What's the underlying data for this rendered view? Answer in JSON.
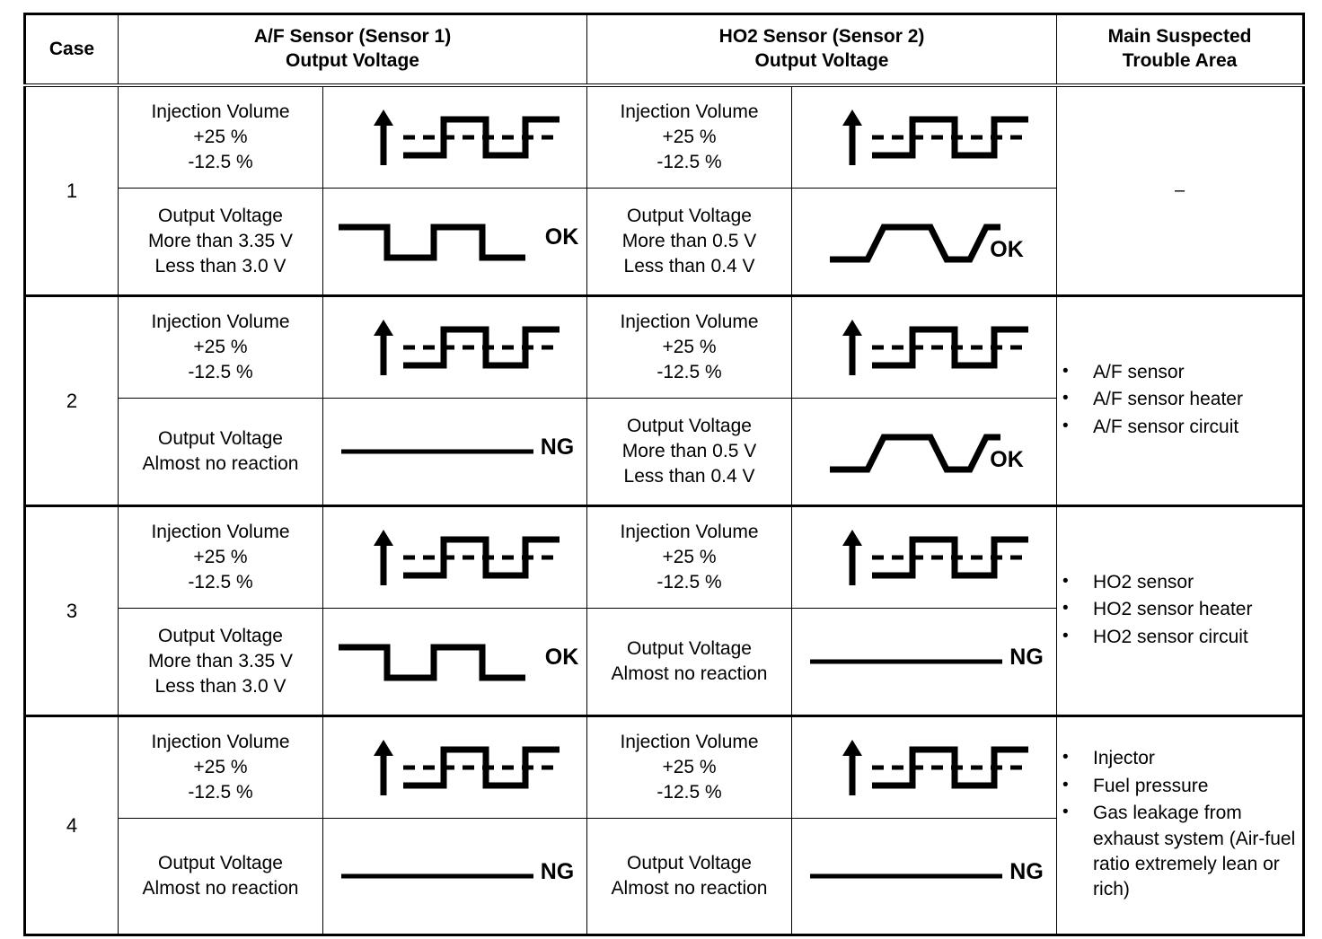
{
  "header": {
    "case_label": "Case",
    "af_sensor_line1": "A/F Sensor (Sensor 1)",
    "af_sensor_line2": "Output Voltage",
    "ho2_sensor_line1": "HO2 Sensor (Sensor 2)",
    "ho2_sensor_line2": "Output Voltage",
    "trouble_line1": "Main Suspected",
    "trouble_line2": "Trouble Area"
  },
  "labels": {
    "injection_volume": "Injection Volume",
    "inj_plus": "+25 %",
    "inj_minus": "-12.5 %",
    "output_voltage": "Output Voltage",
    "af_more_than": "More than 3.35 V",
    "af_less_than": "Less than 3.0 V",
    "ho2_more_than": "More than 0.5 V",
    "ho2_less_than": "Less than 0.4 V",
    "no_reaction": "Almost no reaction",
    "ok": "OK",
    "ng": "NG",
    "dash": "–",
    "bullet": "•"
  },
  "cases": [
    {
      "number": "1",
      "af": {
        "inj_line1": "Injection Volume",
        "inj_line2": "+25 %",
        "inj_line3": "-12.5 %",
        "inj_wave": "square-with-arrow",
        "out_line1": "Output Voltage",
        "out_line2": "More than 3.35 V",
        "out_line3": "Less than 3.0 V",
        "out_wave": "af-square",
        "out_verdict": "OK"
      },
      "ho2": {
        "inj_line1": "Injection Volume",
        "inj_line2": "+25 %",
        "inj_line3": "-12.5 %",
        "inj_wave": "square-with-arrow",
        "out_line1": "Output Voltage",
        "out_line2": "More than 0.5 V",
        "out_line3": "Less than 0.4 V",
        "out_wave": "ho2-trapezoid",
        "out_verdict": "OK"
      },
      "trouble": {
        "kind": "dash",
        "items": []
      }
    },
    {
      "number": "2",
      "af": {
        "inj_line1": "Injection Volume",
        "inj_line2": "+25 %",
        "inj_line3": "-12.5 %",
        "inj_wave": "square-with-arrow",
        "out_line1": "Output Voltage",
        "out_line2": "Almost no reaction",
        "out_line3": "",
        "out_wave": "flat",
        "out_verdict": "NG"
      },
      "ho2": {
        "inj_line1": "Injection Volume",
        "inj_line2": "+25 %",
        "inj_line3": "-12.5 %",
        "inj_wave": "square-with-arrow",
        "out_line1": "Output Voltage",
        "out_line2": "More than 0.5 V",
        "out_line3": "Less than 0.4 V",
        "out_wave": "ho2-trapezoid",
        "out_verdict": "OK"
      },
      "trouble": {
        "kind": "list",
        "items": [
          "A/F sensor",
          "A/F sensor heater",
          "A/F sensor circuit"
        ]
      }
    },
    {
      "number": "3",
      "af": {
        "inj_line1": "Injection Volume",
        "inj_line2": "+25 %",
        "inj_line3": "-12.5 %",
        "inj_wave": "square-with-arrow",
        "out_line1": "Output Voltage",
        "out_line2": "More than 3.35 V",
        "out_line3": "Less than 3.0 V",
        "out_wave": "af-square",
        "out_verdict": "OK"
      },
      "ho2": {
        "inj_line1": "Injection Volume",
        "inj_line2": "+25 %",
        "inj_line3": "-12.5 %",
        "inj_wave": "square-with-arrow",
        "out_line1": "Output Voltage",
        "out_line2": "Almost no reaction",
        "out_line3": "",
        "out_wave": "flat",
        "out_verdict": "NG"
      },
      "trouble": {
        "kind": "list",
        "items": [
          "HO2 sensor",
          "HO2 sensor heater",
          "HO2 sensor circuit"
        ]
      }
    },
    {
      "number": "4",
      "af": {
        "inj_line1": "Injection Volume",
        "inj_line2": "+25 %",
        "inj_line3": "-12.5 %",
        "inj_wave": "square-with-arrow",
        "out_line1": "Output Voltage",
        "out_line2": "Almost no reaction",
        "out_line3": "",
        "out_wave": "flat",
        "out_verdict": "NG"
      },
      "ho2": {
        "inj_line1": "Injection Volume",
        "inj_line2": "+25 %",
        "inj_line3": "-12.5 %",
        "inj_wave": "square-with-arrow",
        "out_line1": "Output Voltage",
        "out_line2": "Almost no reaction",
        "out_line3": "",
        "out_wave": "flat",
        "out_verdict": "NG"
      },
      "trouble": {
        "kind": "list",
        "items": [
          "Injector",
          "Fuel pressure",
          "Gas leakage from exhaust system (Air-fuel ratio extremely lean or rich)"
        ]
      }
    }
  ],
  "colors": {
    "ink": "#000000",
    "paper": "#ffffff"
  }
}
